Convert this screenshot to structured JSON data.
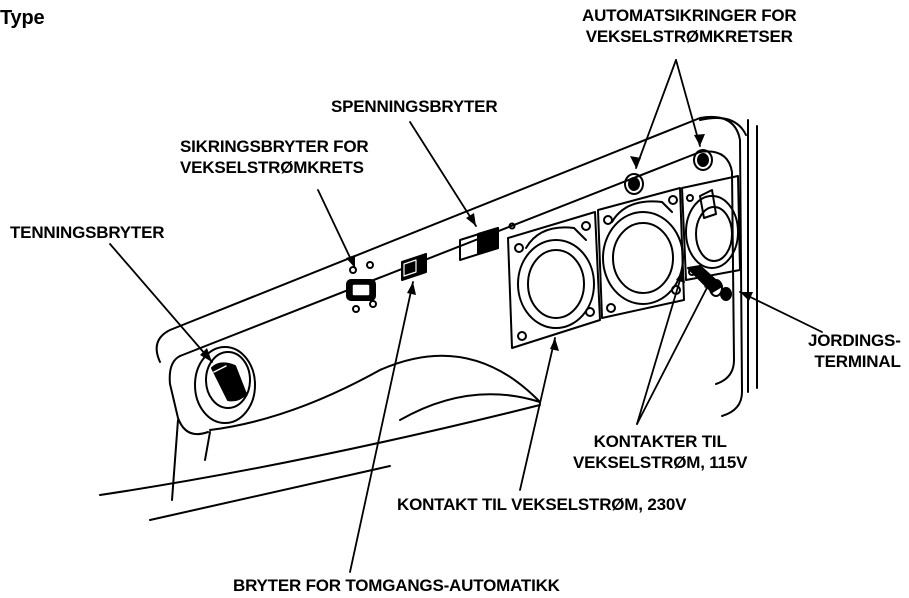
{
  "header": {
    "type_fragment": "Type"
  },
  "labels": {
    "automatic_breakers": [
      "AUTOMATSIKRINGER FOR",
      "VEKSELSTRØMKRETSER"
    ],
    "voltage_switch": "SPENNINGSBRYTER",
    "ac_circuit_breaker": [
      "SIKRINGSBRYTER FOR",
      "VEKSELSTRØMKRETS"
    ],
    "ignition_switch": "TENNINGSBRYTER",
    "ground_terminal": [
      "JORDINGS-",
      "TERMINAL"
    ],
    "ac_receptacles_115v": [
      "KONTAKTER TIL",
      "VEKSELSTRØM, 115V"
    ],
    "ac_receptacle_230v": "KONTAKT TIL VEKSELSTRØM, 230V",
    "idle_switch": "BRYTER FOR TOMGANGS-AUTOMATIKK"
  },
  "colors": {
    "ink": "#000000",
    "paper": "#ffffff"
  }
}
